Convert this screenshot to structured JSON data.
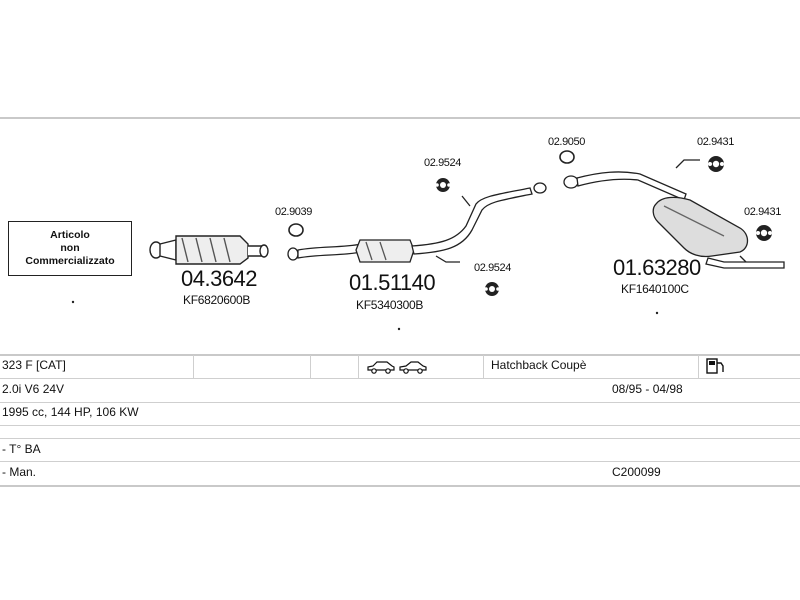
{
  "notice": {
    "line1": "Articolo",
    "line2": "non",
    "line3": "Commercializzato"
  },
  "parts": {
    "cat": {
      "number": "04.3642",
      "code": "KF6820600B"
    },
    "mid": {
      "number": "01.51140",
      "code": "KF5340300B"
    },
    "rear": {
      "number": "01.63280",
      "code": "KF1640100C"
    },
    "gasket1": "02.9039",
    "mount1": "02.9524",
    "mount2": "02.9524",
    "gasket2": "02.9050",
    "mount3": "02.9431",
    "mount4": "02.9431"
  },
  "info": {
    "model": "323 F  [CAT]",
    "body": "Hatchback Coupè",
    "engine": "2.0i  V6 24V",
    "dates": "08/95 - 04/98",
    "specs": "1995 cc, 144 HP, 106 KW",
    "type": "- T° BA",
    "trans": "- Man.",
    "code": "C200099"
  },
  "icons": [
    "car-hatchback-icon",
    "car-coupe-icon",
    "fuel-pump-icon"
  ]
}
